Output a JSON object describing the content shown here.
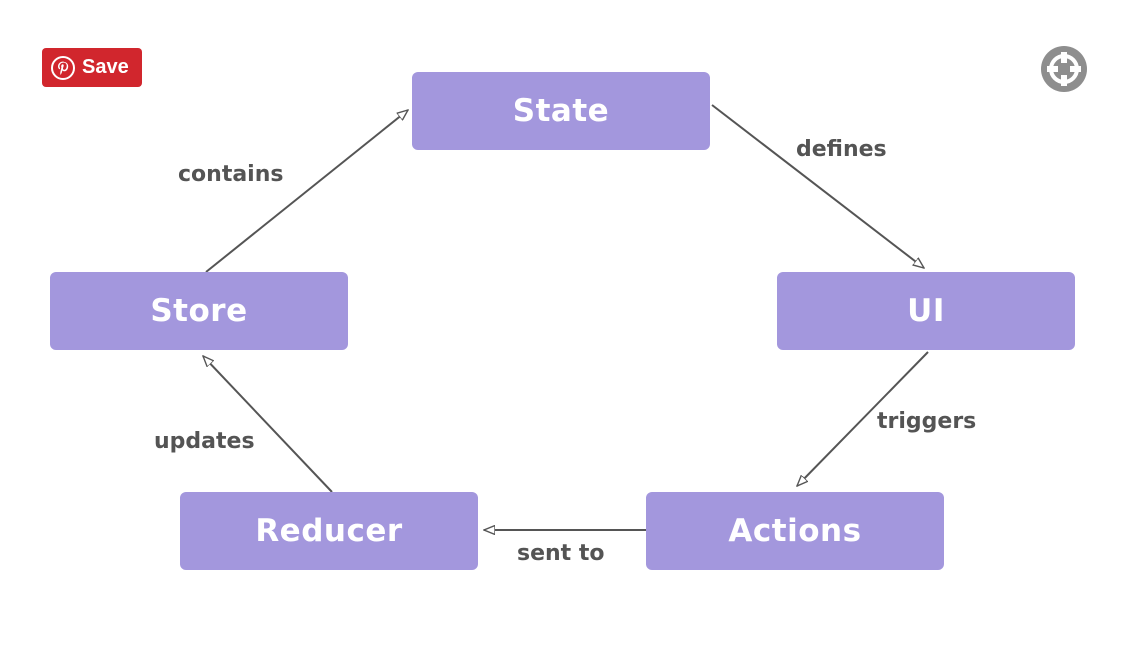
{
  "colors": {
    "node_fill": "#a397dd",
    "arrow": "#555555",
    "label": "#545454",
    "save_button": "#d1262d",
    "zoom_control": "#8e8e8e"
  },
  "pin_save": {
    "label": "Save",
    "icon": "pinterest-icon"
  },
  "zoom_control": {
    "icon": "crosshair-icon"
  },
  "diagram": {
    "nodes": {
      "state": "State",
      "ui": "UI",
      "actions": "Actions",
      "reducer": "Reducer",
      "store": "Store"
    },
    "edges": {
      "defines": "defines",
      "triggers": "triggers",
      "sent_to": "sent to",
      "updates": "updates",
      "contains": "contains"
    }
  }
}
